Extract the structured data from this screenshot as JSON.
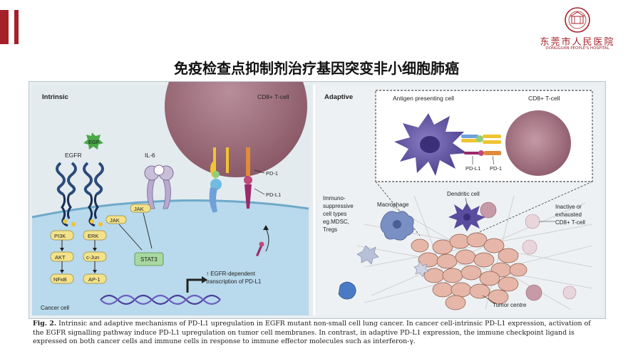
{
  "header": {
    "title": "免疫检查点抑制剂治疗基因突变非小细胞肺癌",
    "logo_cn": "东莞市人民医院",
    "logo_en": "DONGGUAN PEOPLE'S HOSPITAL",
    "accent_color": "#a4212a"
  },
  "figure": {
    "intrinsic": {
      "heading": "Intrinsic",
      "cd8_label": "CD8+ T-cell",
      "egf": "EGF",
      "egfr": "EGFR",
      "il6": "IL-6",
      "jak1": "JAK",
      "jak2": "JAK",
      "stat3": "STAT3",
      "pd1": "PD-1",
      "pdl1": "PD-L1",
      "pi3k": "PI3K",
      "akt": "AKT",
      "nfkb": "NFκB",
      "erk": "ERK",
      "cjun": "c-Jun",
      "ap1": "AP-1",
      "transcription_1": "↑ EGFR-dependent",
      "transcription_2": "transcription of PD-L1",
      "cancer_cell": "Cancer cell"
    },
    "adaptive": {
      "heading": "Adaptive",
      "apc": "Antigen presenting cell",
      "cd8": "CD8+ T-cell",
      "pdl1": "PD-L1",
      "pd1": "PD-1",
      "immuno_1": "Immuno-",
      "immuno_2": "suppressive",
      "immuno_3": "cell types",
      "immuno_4": "eg.MDSC,",
      "immuno_5": "Tregs",
      "macrophage": "Macrophage",
      "dendritic": "Dendritic cell",
      "inactive_1": "Inactive or",
      "inactive_2": "exhausted",
      "inactive_3": "CD8+ T-cell",
      "tumor_centre": "Tumor centre"
    }
  },
  "caption": {
    "prefix": "Fig. 2.",
    "text": "Intrinsic and adaptive mechanisms of PD-L1 upregulation in EGFR mutant non-small cell lung cancer. In cancer cell-intrinsic PD-L1 expression, activation of the EGFR signalling pathway induce PD-L1 upregulation on tumor cell membranes. In contrast, in adaptive PD-L1 expression, the immune checkpoint ligand is expressed on both cancer cells and immune cells in response to immune effector molecules such as interferon-γ."
  }
}
